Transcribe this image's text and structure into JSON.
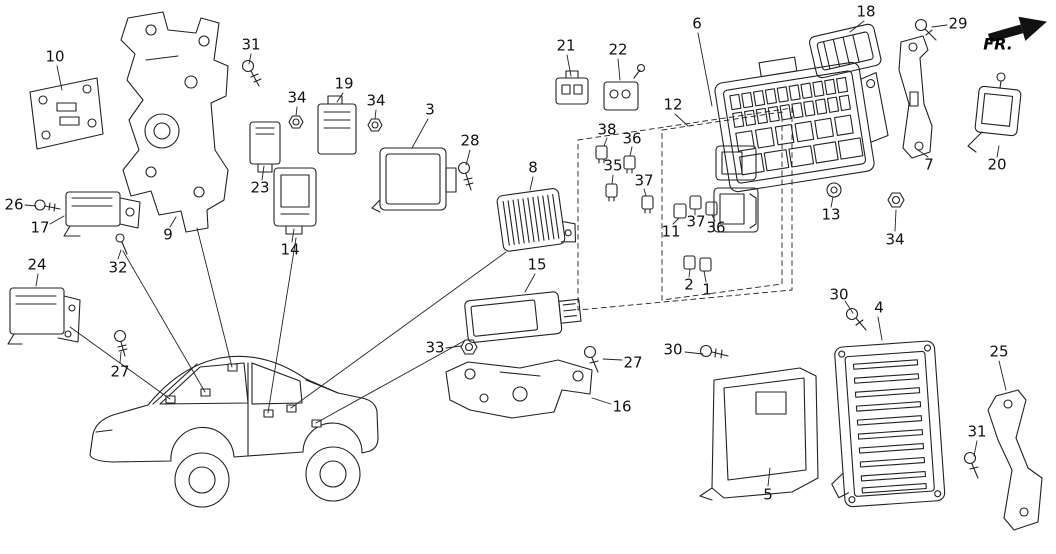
{
  "diagram": {
    "direction_label": "FR.",
    "part_labels": [
      {
        "key": "10",
        "text": "10"
      },
      {
        "key": "31-top",
        "text": "31"
      },
      {
        "key": "34-left",
        "text": "34"
      },
      {
        "key": "19",
        "text": "19"
      },
      {
        "key": "34-mid",
        "text": "34"
      },
      {
        "key": "3",
        "text": "3"
      },
      {
        "key": "21",
        "text": "21"
      },
      {
        "key": "22",
        "text": "22"
      },
      {
        "key": "6",
        "text": "6"
      },
      {
        "key": "18",
        "text": "18"
      },
      {
        "key": "29",
        "text": "29"
      },
      {
        "key": "12",
        "text": "12"
      },
      {
        "key": "38",
        "text": "38"
      },
      {
        "key": "36-upper",
        "text": "36"
      },
      {
        "key": "28",
        "text": "28"
      },
      {
        "key": "8",
        "text": "8"
      },
      {
        "key": "35",
        "text": "35"
      },
      {
        "key": "37-upper",
        "text": "37"
      },
      {
        "key": "7",
        "text": "7"
      },
      {
        "key": "20",
        "text": "20"
      },
      {
        "key": "23",
        "text": "23"
      },
      {
        "key": "26",
        "text": "26"
      },
      {
        "key": "17",
        "text": "17"
      },
      {
        "key": "9",
        "text": "9"
      },
      {
        "key": "14",
        "text": "14"
      },
      {
        "key": "13",
        "text": "13"
      },
      {
        "key": "34-right",
        "text": "34"
      },
      {
        "key": "11",
        "text": "11"
      },
      {
        "key": "37-lower",
        "text": "37"
      },
      {
        "key": "36-lower",
        "text": "36"
      },
      {
        "key": "32",
        "text": "32"
      },
      {
        "key": "24",
        "text": "24"
      },
      {
        "key": "15",
        "text": "15"
      },
      {
        "key": "2",
        "text": "2"
      },
      {
        "key": "1",
        "text": "1"
      },
      {
        "key": "30-right",
        "text": "30"
      },
      {
        "key": "4",
        "text": "4"
      },
      {
        "key": "33",
        "text": "33"
      },
      {
        "key": "27-left",
        "text": "27"
      },
      {
        "key": "30-left",
        "text": "30"
      },
      {
        "key": "27-right",
        "text": "27"
      },
      {
        "key": "25",
        "text": "25"
      },
      {
        "key": "16",
        "text": "16"
      },
      {
        "key": "5",
        "text": "5"
      },
      {
        "key": "31-bottom",
        "text": "31"
      }
    ]
  }
}
